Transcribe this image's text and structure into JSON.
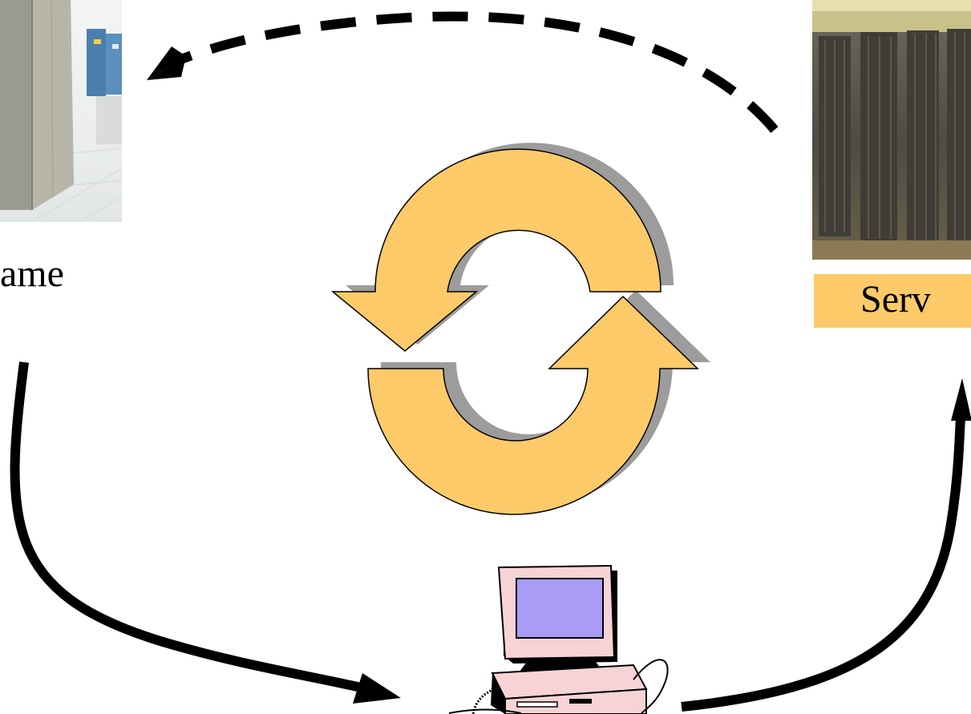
{
  "labels": {
    "mainframe": "ame",
    "server": "Serv"
  },
  "icons": {
    "mainframe": "mainframe-photo",
    "server": "server-rack-photo",
    "cycle": "refresh-cycle-icon",
    "computer": "desktop-computer-icon"
  },
  "colors": {
    "accent": "#fdca6a",
    "cycle_shadow": "#9c9c9c",
    "monitor_screen": "#a99cf6",
    "computer_body": "#f8d3d6",
    "arrow": "#000000"
  }
}
